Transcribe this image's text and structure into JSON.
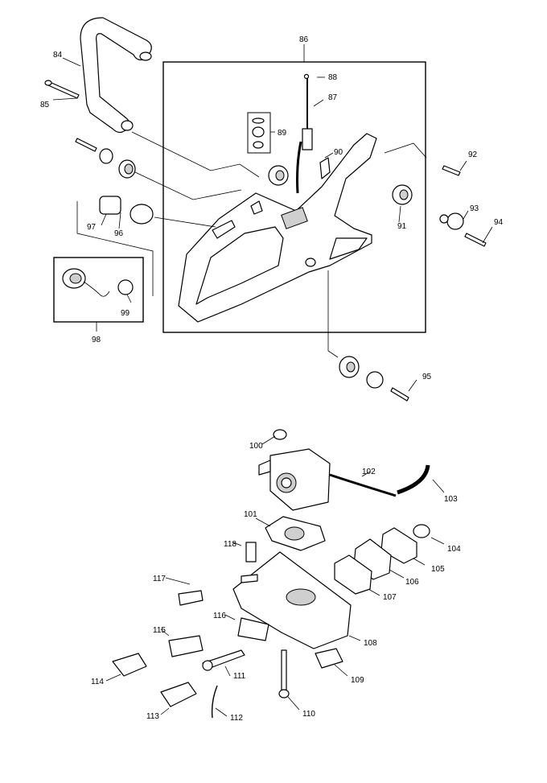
{
  "diagram": {
    "callouts": [
      {
        "id": "c84",
        "text": "84"
      },
      {
        "id": "c85",
        "text": "85"
      },
      {
        "id": "c86",
        "text": "86"
      },
      {
        "id": "c87",
        "text": "87"
      },
      {
        "id": "c88",
        "text": "88"
      },
      {
        "id": "c89",
        "text": "89"
      },
      {
        "id": "c90",
        "text": "90"
      },
      {
        "id": "c91",
        "text": "91"
      },
      {
        "id": "c92",
        "text": "92"
      },
      {
        "id": "c93",
        "text": "93"
      },
      {
        "id": "c94",
        "text": "94"
      },
      {
        "id": "c95",
        "text": "95"
      },
      {
        "id": "c96",
        "text": "96"
      },
      {
        "id": "c97",
        "text": "97"
      },
      {
        "id": "c98",
        "text": "98"
      },
      {
        "id": "c99",
        "text": "99"
      },
      {
        "id": "c100",
        "text": "100"
      },
      {
        "id": "c101",
        "text": "101"
      },
      {
        "id": "c102",
        "text": "102"
      },
      {
        "id": "c103",
        "text": "103"
      },
      {
        "id": "c104",
        "text": "104"
      },
      {
        "id": "c105",
        "text": "105"
      },
      {
        "id": "c106",
        "text": "106"
      },
      {
        "id": "c107",
        "text": "107"
      },
      {
        "id": "c108",
        "text": "108"
      },
      {
        "id": "c109",
        "text": "109"
      },
      {
        "id": "c110",
        "text": "110"
      },
      {
        "id": "c111",
        "text": "111"
      },
      {
        "id": "c112",
        "text": "112"
      },
      {
        "id": "c113",
        "text": "113"
      },
      {
        "id": "c114",
        "text": "114"
      },
      {
        "id": "c115",
        "text": "115"
      },
      {
        "id": "c116",
        "text": "116"
      },
      {
        "id": "c117",
        "text": "117"
      },
      {
        "id": "c118",
        "text": "118"
      }
    ]
  }
}
